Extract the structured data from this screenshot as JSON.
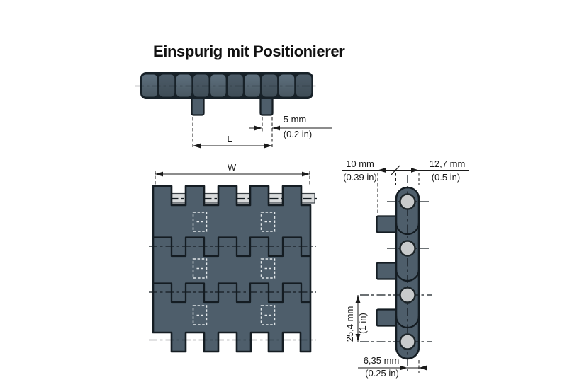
{
  "title": "Einspurig mit Positionierer",
  "front_view": {
    "tab_width_mm": "5 mm",
    "tab_width_in": "(0.2 in)",
    "tab_spacing_label": "L"
  },
  "top_view": {
    "belt_width_label": "W"
  },
  "side_view": {
    "tab_protrusion_mm": "10 mm",
    "tab_protrusion_in": "(0.39 in)",
    "module_width_mm": "12,7 mm",
    "module_width_in": "(0.5 in)",
    "pitch_mm": "25,4 mm",
    "pitch_in": "(1 in)",
    "offset_mm": "6,35 mm",
    "offset_in": "(0.25 in)"
  },
  "colors": {
    "module_body": "#4e5e6b",
    "outline": "#151d23",
    "hinge_pin": "#d9dbdc",
    "pin_hole": "#c8cacb",
    "hidden_line": "#e2e7ea",
    "dimension": "#1a1a1a"
  }
}
